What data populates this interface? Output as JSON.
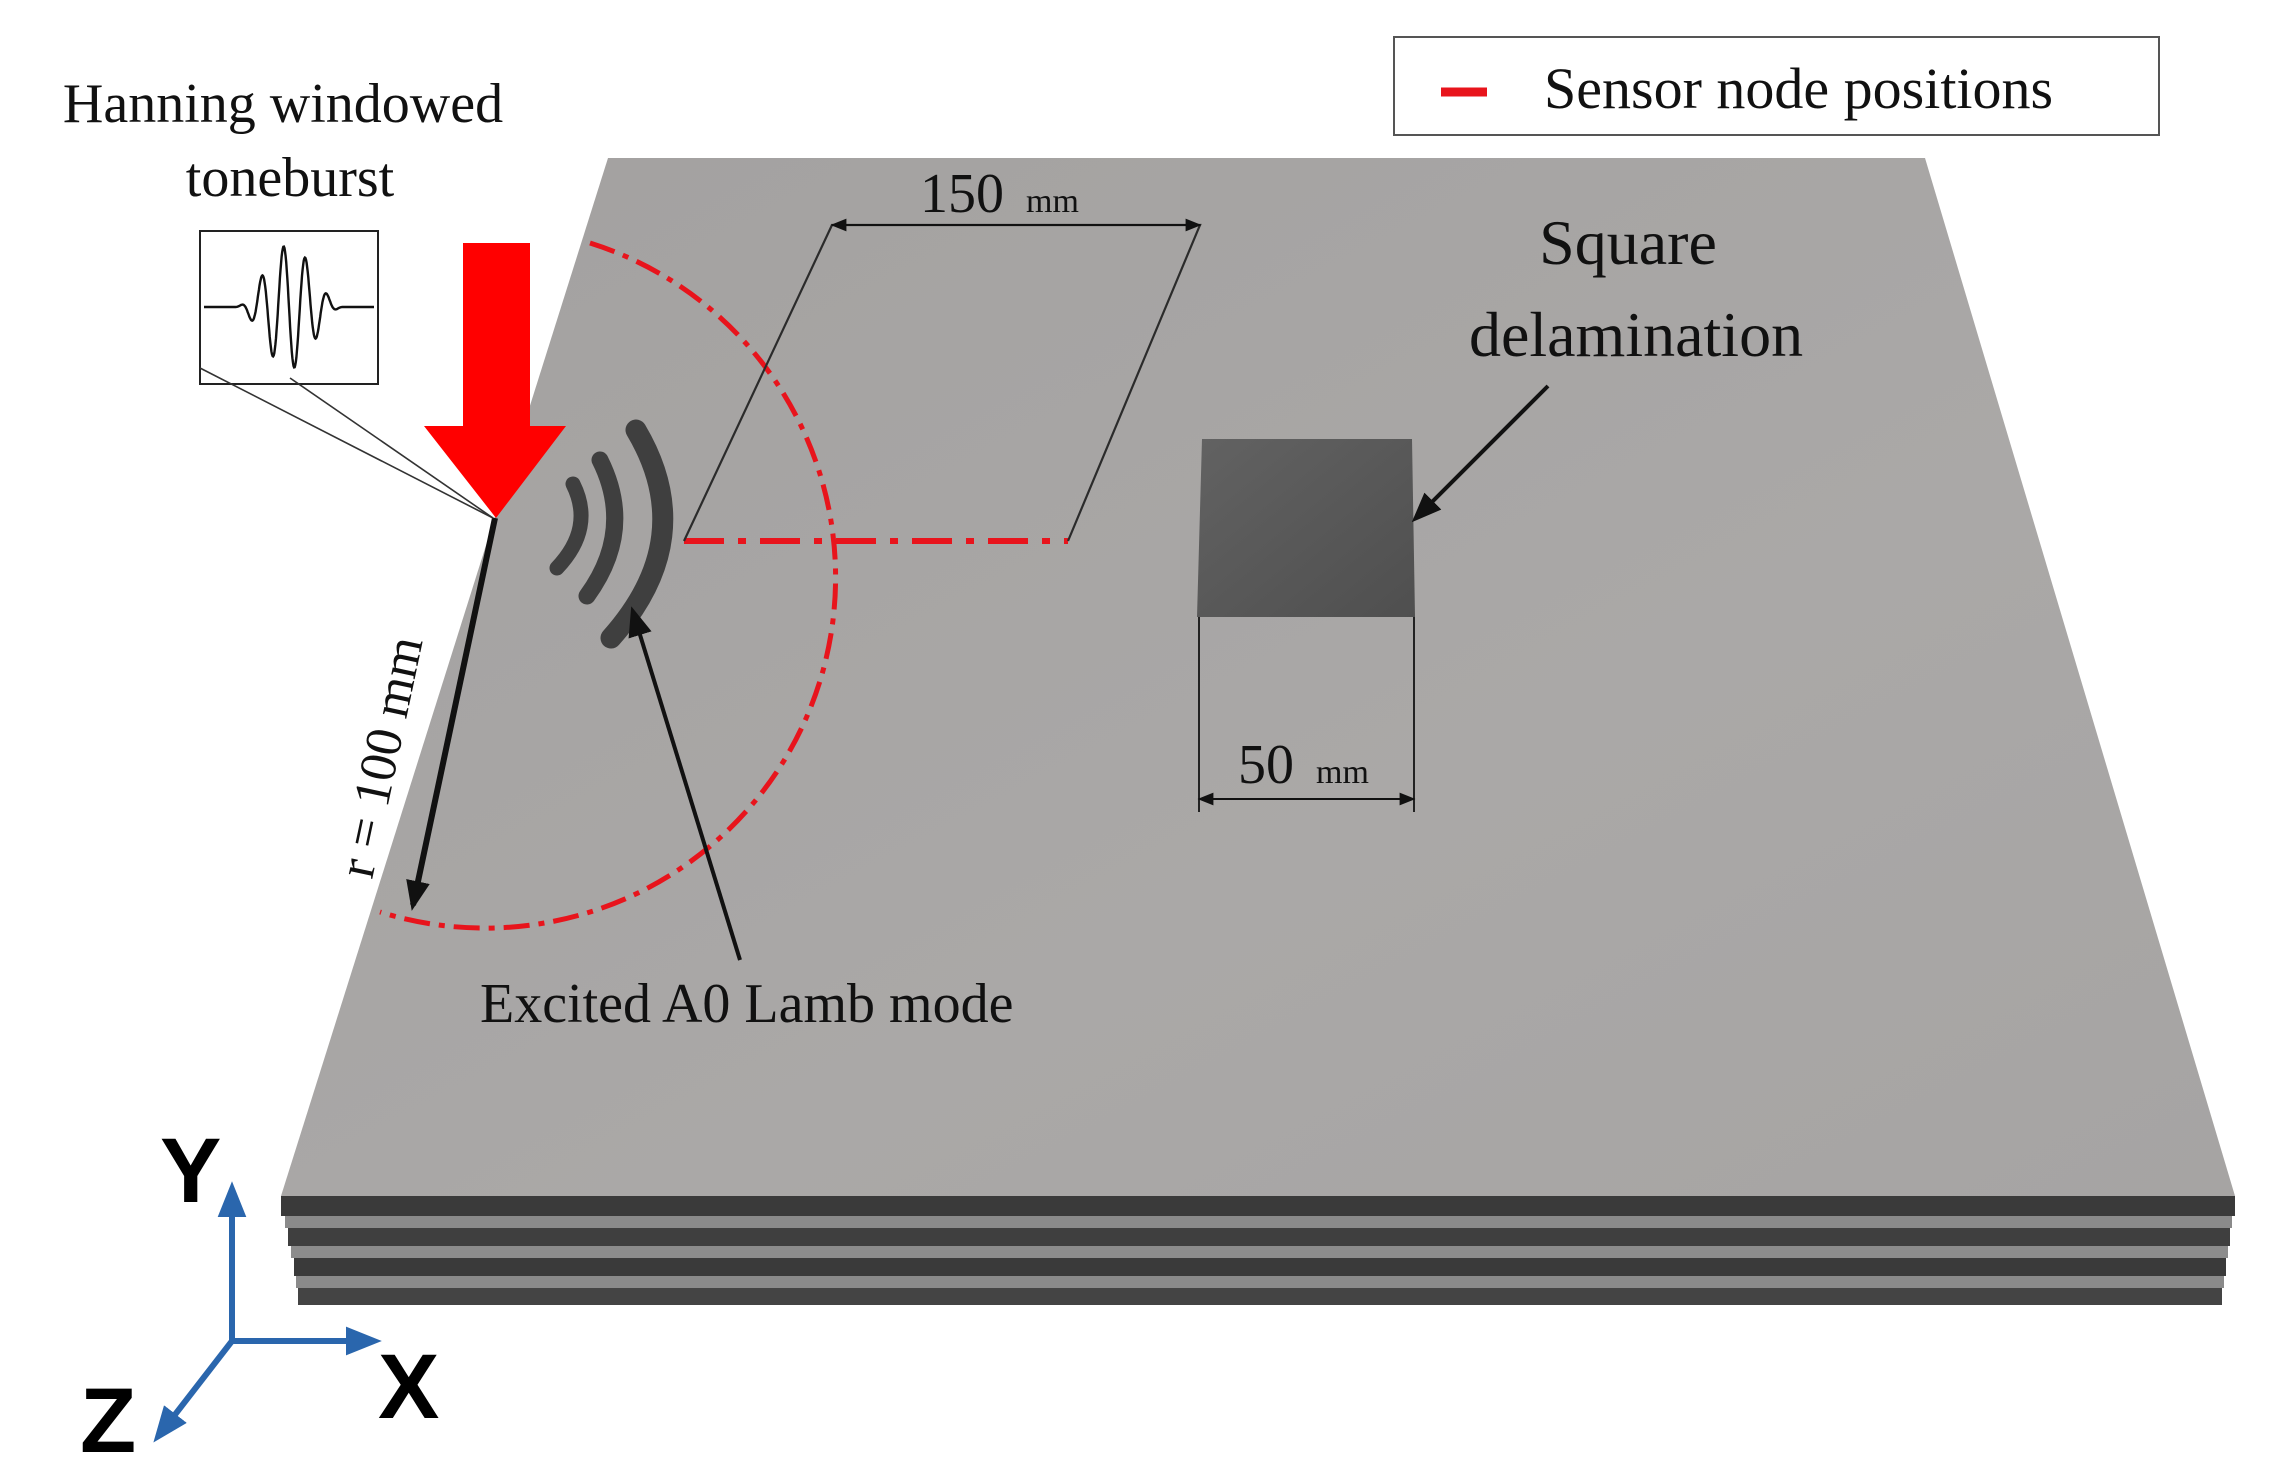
{
  "legend": {
    "label": "Sensor node positions"
  },
  "annotations": {
    "toneburst_line1": "Hanning windowed",
    "toneburst_line2": "toneburst",
    "delamination_line1": "Square",
    "delamination_line2": "delamination",
    "lamb_mode": "Excited A0 Lamb mode",
    "radius": "r = 100 mm"
  },
  "dimensions": {
    "dist_value": "150",
    "dist_unit": "mm",
    "size_value": "50",
    "size_unit": "mm"
  },
  "axes": {
    "x": "X",
    "y": "Y",
    "z": "Z"
  },
  "colors": {
    "plate_top": "#a9a7a6",
    "plate_side": "#5a5a5a",
    "delamination": "#5d5d5d",
    "excitation_arrow": "#ff0000",
    "sensor_line": "#e8141c",
    "axis_arrows": "#2a66ad"
  }
}
